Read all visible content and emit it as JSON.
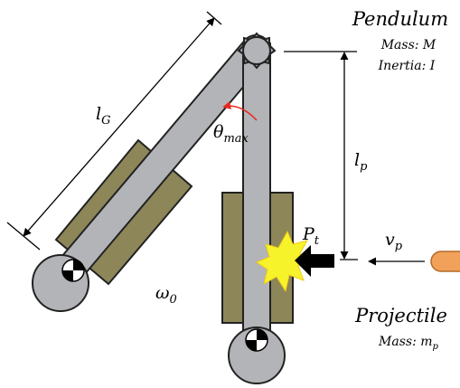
{
  "pendulum": {
    "title": "Pendulum",
    "mass": "Mass: M",
    "inertia": "Inertia: I"
  },
  "projectile": {
    "title": "Projectile",
    "mass": "Mass: m",
    "mass_subscript": "p"
  },
  "symbols": {
    "l_G": {
      "base": "l",
      "sub": "G"
    },
    "l_p": {
      "base": "l",
      "sub": "p"
    },
    "theta_max": {
      "base": "θ",
      "sub": "max"
    },
    "omega_0": {
      "base": "ω",
      "sub": "0"
    },
    "P_t": {
      "base": "P",
      "sub": "t"
    },
    "v_p": {
      "base": "v",
      "sub": "p"
    }
  },
  "colors": {
    "rod": "#b3b4b8",
    "outline": "#222222",
    "block": "#8c8659",
    "impact": "#f7f32b",
    "projectile": "#f2a15a",
    "angle_arrow": "#e8281e"
  }
}
